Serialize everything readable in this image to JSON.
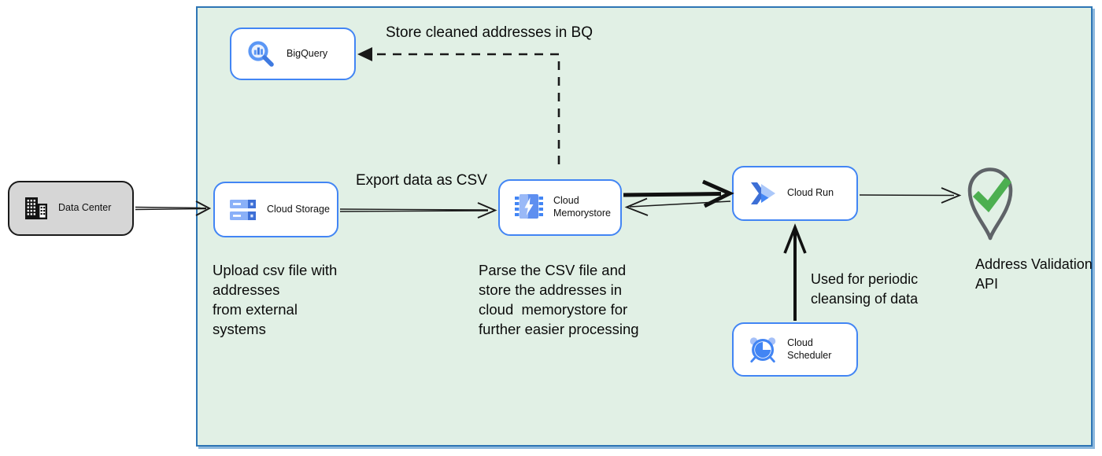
{
  "colors": {
    "panel_fill": "#e1f0e5",
    "panel_border": "#2e75b5",
    "node_border": "#4285f4",
    "datacenter_fill": "#d6d6d6",
    "arrow_black": "#1a1a1a",
    "pin_gray": "#5f6368",
    "check_green": "#4caf50",
    "icon_blue": "#4285f4"
  },
  "nodes": {
    "datacenter": {
      "label": "Data Center"
    },
    "bigquery": {
      "label": "BigQuery"
    },
    "cloud_storage": {
      "label": "Cloud Storage"
    },
    "cloud_memorystore": {
      "label": "Cloud\nMemorystore"
    },
    "cloud_run": {
      "label": "Cloud Run"
    },
    "cloud_scheduler": {
      "label": "Cloud Scheduler"
    }
  },
  "annotations": {
    "store_cleaned": "Store cleaned addresses in BQ",
    "export_csv": "Export data as CSV",
    "upload_caption": "Upload csv file with\naddresses\nfrom external\nsystems",
    "parse_caption": "Parse the CSV file and\nstore the addresses in\ncloud  memorystore for\nfurther easier processing",
    "periodic_caption": "Used for periodic\ncleansing of data",
    "address_validation_caption": "Address Validation\nAPI"
  }
}
